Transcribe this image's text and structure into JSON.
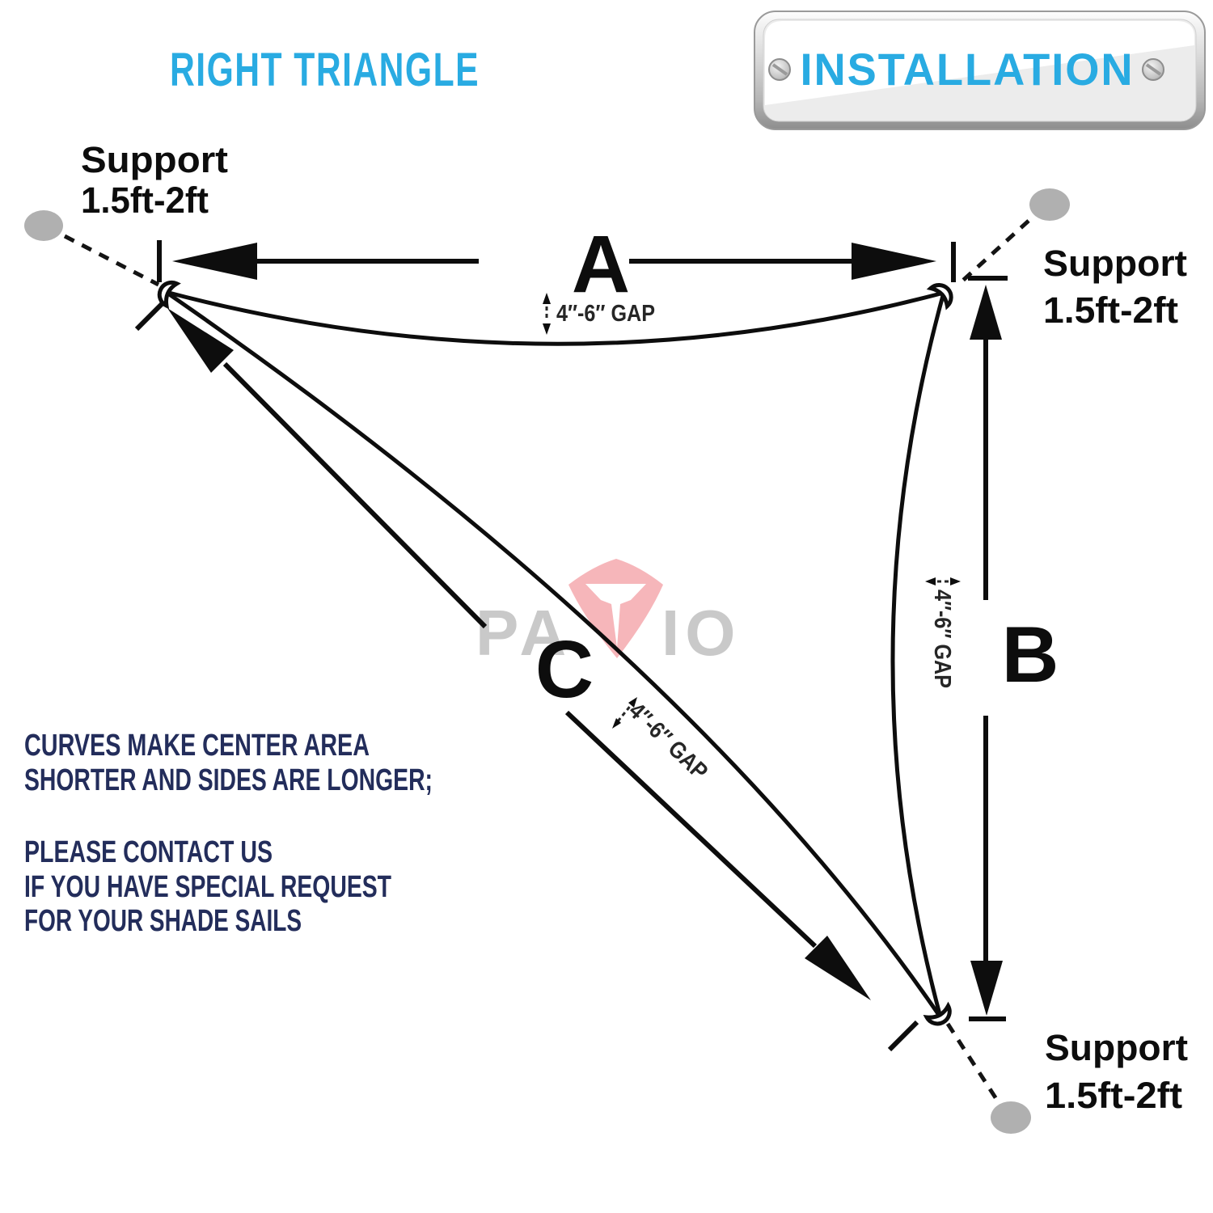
{
  "title": "RIGHT TRIANGLE",
  "badge": {
    "label": "INSTALLATION"
  },
  "supports": {
    "top_left": {
      "line1": "Support",
      "line2": "1.5ft-2ft"
    },
    "top_right": {
      "line1": "Support",
      "line2": "1.5ft-2ft"
    },
    "bottom": {
      "line1": "Support",
      "line2": "1.5ft-2ft"
    }
  },
  "sides": {
    "a": "A",
    "b": "B",
    "c": "C"
  },
  "gaps": {
    "a": "4″-6″ GAP",
    "b": "4″-6″ GAP",
    "c": "4″-6″ GAP"
  },
  "notes": {
    "para1": [
      "CURVES MAKE CENTER AREA",
      "SHORTER AND SIDES ARE LONGER;"
    ],
    "para2": [
      "PLEASE CONTACT US",
      "IF YOU HAVE SPECIAL REQUEST",
      "FOR YOUR SHADE SAILS"
    ]
  },
  "watermark": {
    "left": "PA",
    "right": "IO"
  },
  "colors": {
    "accent_cyan": "#29abe2",
    "note_navy": "#232d5b",
    "anchor_gray": "#b0b0b0",
    "watermark_gray": "#c9c9c9",
    "watermark_pink": "#f6b6ba",
    "line_black": "#0d0d0d"
  }
}
